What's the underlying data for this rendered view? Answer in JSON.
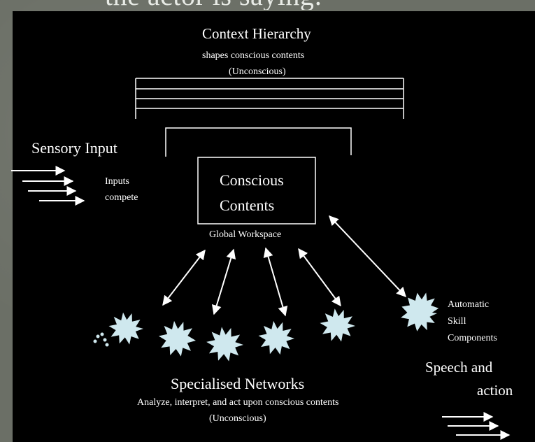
{
  "slide": {
    "title_fragment": "the actor is saying:"
  },
  "diagram": {
    "context": {
      "title": "Context Hierarchy",
      "sub": "shapes conscious contents",
      "tag": "(Unconscious)"
    },
    "sensory": {
      "title": "Sensory Input",
      "inputs_line1": "Inputs",
      "inputs_line2": "compete"
    },
    "conscious": {
      "line1": "Conscious",
      "line2": "Contents",
      "workspace": "Global Workspace"
    },
    "automatic": {
      "line1": "Automatic",
      "line2": "Skill",
      "line3": "Components"
    },
    "output": {
      "line1": "Speech and",
      "line2": "action"
    },
    "networks": {
      "title": "Specialised Networks",
      "sub": "Analyze, interpret, and act upon conscious contents",
      "tag": "(Unconscious)"
    },
    "colors": {
      "background": "#000000",
      "lines": "#ffffff",
      "starburst": "#cfe8ee"
    }
  }
}
